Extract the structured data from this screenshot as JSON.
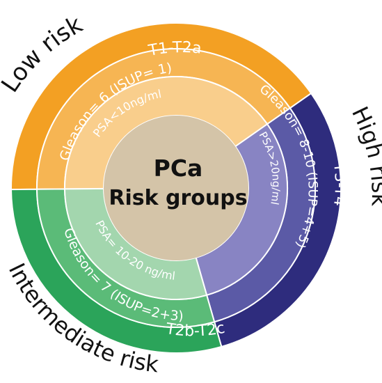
{
  "center": {
    "line1": "PCa",
    "line2": "Risk groups"
  },
  "groups": [
    {
      "key": "low",
      "title": "Low risk",
      "stage": "T1-T2a",
      "gleason": "Gleason= 6 (ISUP= 1)",
      "psa": "PSA<10ng/ml",
      "colors": {
        "outer": "#F3A023",
        "middle": "#F6B553",
        "inner": "#F9CE8C"
      }
    },
    {
      "key": "high",
      "title": "High risk",
      "stage": "T3-T4",
      "gleason": "Gleason= 8-10 (ISUP=4+5)",
      "psa": "PSA>20ng/ml",
      "colors": {
        "outer": "#2E2C7D",
        "middle": "#5B5AA6",
        "inner": "#8884C3"
      }
    },
    {
      "key": "intermediate",
      "title": "Intermediate risk",
      "stage": "T2b-T2c",
      "gleason": "Gleason= 7 (ISUP=2+3)",
      "psa": "PSA= 10-20 ng/ml",
      "colors": {
        "outer": "#2BA45A",
        "middle": "#5BBB78",
        "inner": "#A3D6AE"
      }
    }
  ],
  "center_color": "#D4C4A8"
}
